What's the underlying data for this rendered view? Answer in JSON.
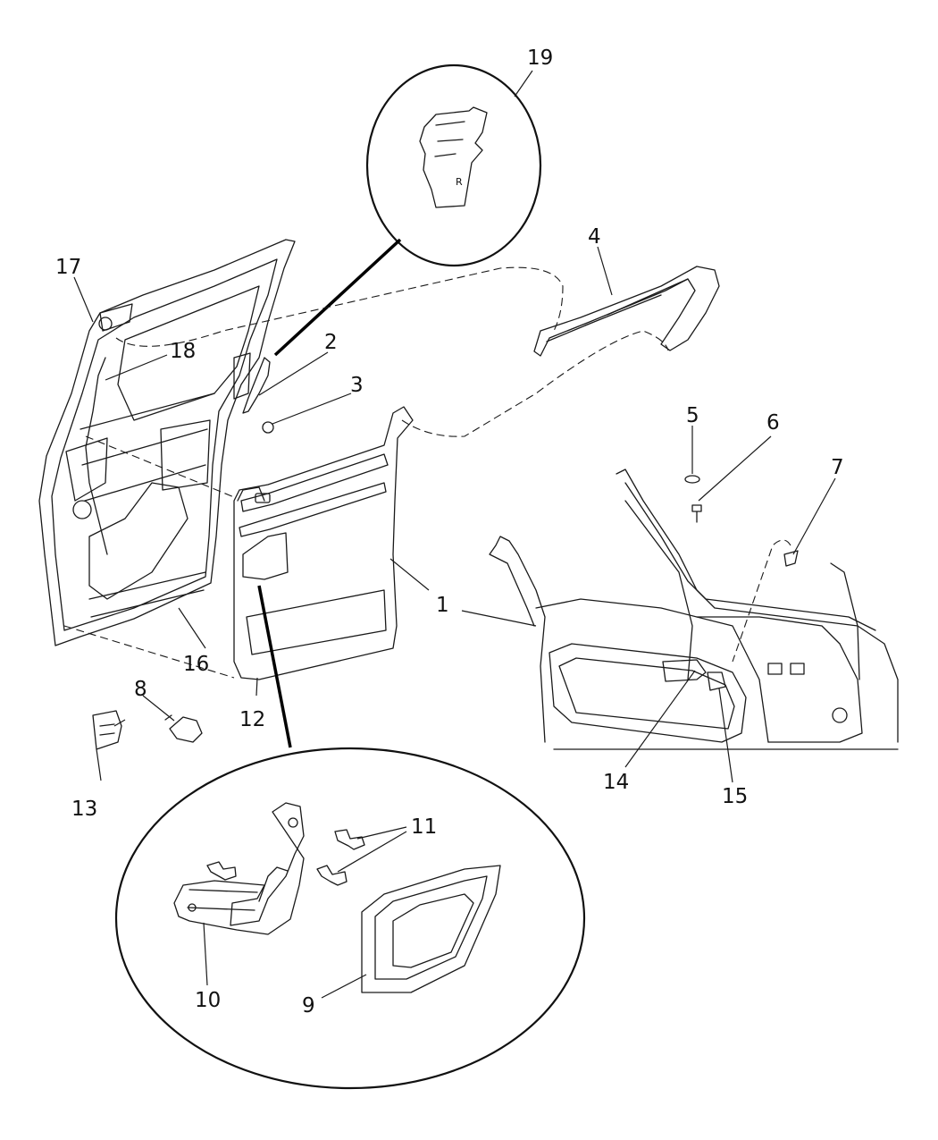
{
  "callouts": {
    "c1": "1",
    "c2": "2",
    "c3": "3",
    "c4": "4",
    "c5": "5",
    "c6": "6",
    "c7": "7",
    "c8": "8",
    "c9": "9",
    "c10": "10",
    "c11": "11",
    "c12": "12",
    "c13": "13",
    "c14": "14",
    "c15": "15",
    "c16": "16",
    "c17": "17",
    "c18": "18",
    "c19": "19"
  },
  "marks": {
    "bracket_side": "R"
  }
}
